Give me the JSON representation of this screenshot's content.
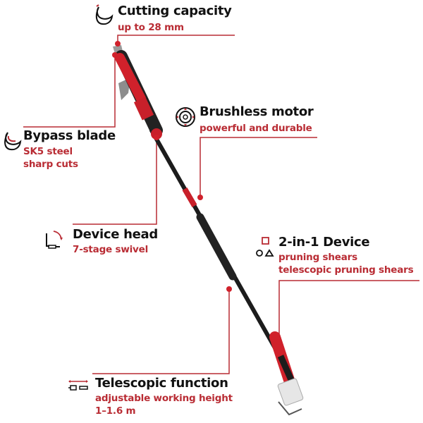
{
  "accent_color": "#b92c34",
  "features": {
    "cutting": {
      "icon": "shears-blade-icon",
      "title": "Cutting capacity",
      "lines": [
        "up to 28 mm"
      ]
    },
    "motor": {
      "icon": "motor-icon",
      "title": "Brushless motor",
      "lines": [
        "powerful and durable"
      ]
    },
    "blade": {
      "icon": "blade-icon",
      "title": "Bypass blade",
      "lines": [
        "SK5 steel",
        "sharp cuts"
      ]
    },
    "head": {
      "icon": "swivel-icon",
      "title": "Device head",
      "lines": [
        "7-stage swivel"
      ]
    },
    "twoinone": {
      "icon": "shapes-icon",
      "title": "2-in-1 Device",
      "lines": [
        "pruning shears",
        "telescopic pruning shears"
      ]
    },
    "telescopic": {
      "icon": "telescopic-icon",
      "title": "Telescopic function",
      "lines": [
        "adjustable working height",
        "1–1.6 m"
      ]
    }
  }
}
